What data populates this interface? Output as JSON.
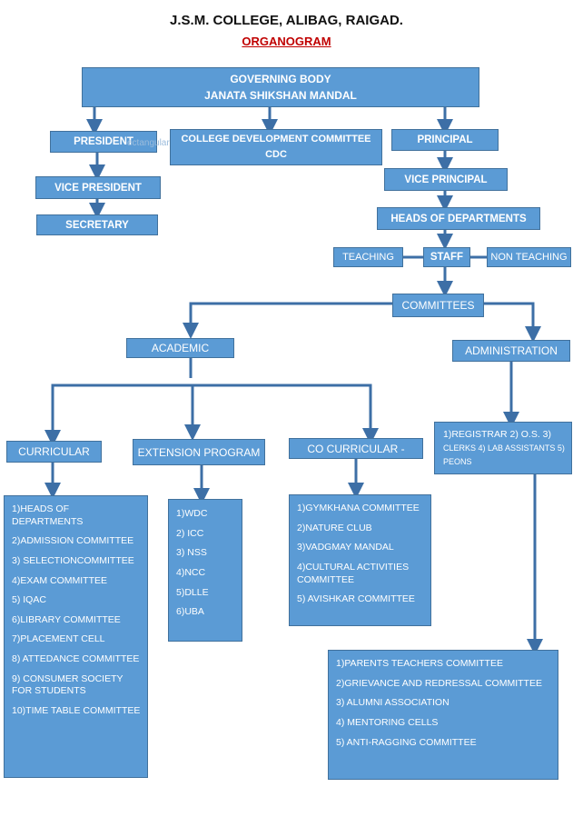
{
  "header": {
    "title": "J.S.M. COLLEGE, ALIBAG, RAIGAD.",
    "subtitle": "ORGANOGRAM"
  },
  "colors": {
    "box_fill": "#5b9bd5",
    "box_border": "#41719c",
    "line": "#3d6fa6",
    "subtitle": "#c00000"
  },
  "nodes": {
    "governing_body_1": "GOVERNING BODY",
    "governing_body_2": "JANATA SHIKSHAN MANDAL",
    "president": "PRESIDENT",
    "cdc_1": "COLLEGE DEVELOPMENT COMMITTEE",
    "cdc_2": "CDC",
    "principal": "PRINCIPAL",
    "vice_president": "VICE PRESIDENT",
    "vice_principal": "VICE PRINCIPAL",
    "secretary": "SECRETARY",
    "heads_of_departments": "HEADS OF DEPARTMENTS",
    "teaching": "TEACHING",
    "staff": "STAFF",
    "non_teaching": "NON TEACHING",
    "committees": "COMMITTEES",
    "academic": "ACADEMIC",
    "administration": "ADMINISTRATION",
    "curricular": "CURRICULAR",
    "extension_program": "EXTENSION PROGRAM",
    "co_curricular": "CO CURRICULAR -",
    "admin_staff_1": "1)REGISTRAR 2) O.S. 3)",
    "admin_staff_2": "CLERKS 4) LAB ASSISTANTS 5)",
    "admin_staff_3": "PEONS",
    "watermark": "ectangular Snip"
  },
  "lists": {
    "curricular": [
      "1)HEADS OF DEPARTMENTS",
      "2)ADMISSION COMMITTEE",
      "3) SELECTIONCOMMITTEE",
      "4)EXAM COMMITTEE",
      "5) IQAC",
      "6)LIBRARY COMMITTEE",
      "7)PLACEMENT CELL",
      "8) ATTEDANCE COMMITTEE",
      "9) CONSUMER SOCIETY FOR STUDENTS",
      "10)TIME TABLE COMMITTEE"
    ],
    "extension": [
      "1)WDC",
      "2) ICC",
      "3) NSS",
      "4)NCC",
      "5)DLLE",
      "6)UBA"
    ],
    "co_curricular": [
      "1)GYMKHANA COMMITTEE",
      "2)NATURE CLUB",
      "3)VADGMAY MANDAL",
      "4)CULTURAL ACTIVITIES COMMITTEE",
      "5) AVISHKAR COMMITTEE"
    ],
    "administration": [
      "1)PARENTS TEACHERS COMMITTEE",
      "2)GRIEVANCE AND REDRESSAL COMMITTEE",
      "3) ALUMNI ASSOCIATION",
      "4) MENTORING CELLS",
      "5) ANTI-RAGGING COMMITTEE"
    ]
  }
}
